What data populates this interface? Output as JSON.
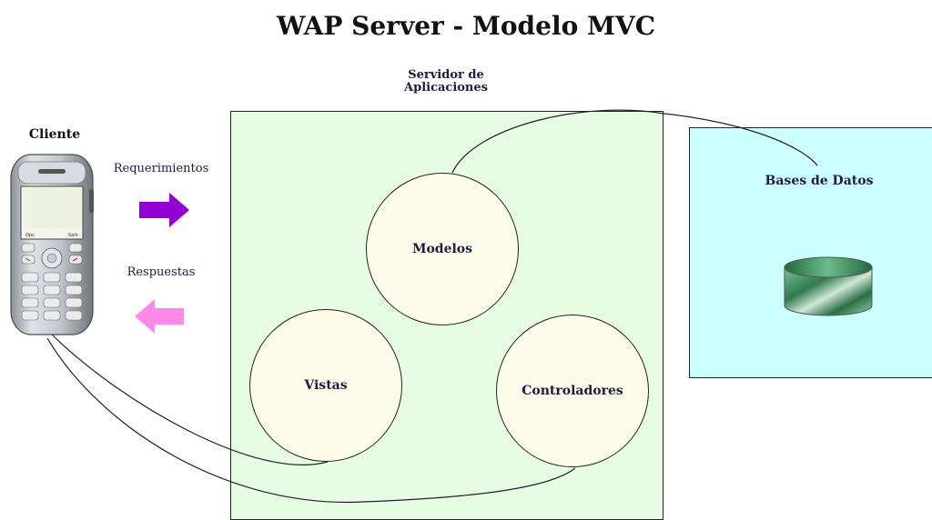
{
  "title": "WAP Server - Modelo MVC",
  "client": {
    "label": "Cliente"
  },
  "arrows": {
    "request_label": "Requerimientos",
    "response_label": "Respuestas",
    "request_color": "#9400d3",
    "response_color": "#ff88e8"
  },
  "app_server": {
    "label": "Servidor de\nAplicaciones",
    "background": "#e6fde3",
    "components": {
      "models": "Modelos",
      "views": "Vistas",
      "controllers": "Controladores"
    },
    "circle_fill": "#fdfbe9"
  },
  "database": {
    "label": "Bases de Datos",
    "background": "#ccffff"
  }
}
